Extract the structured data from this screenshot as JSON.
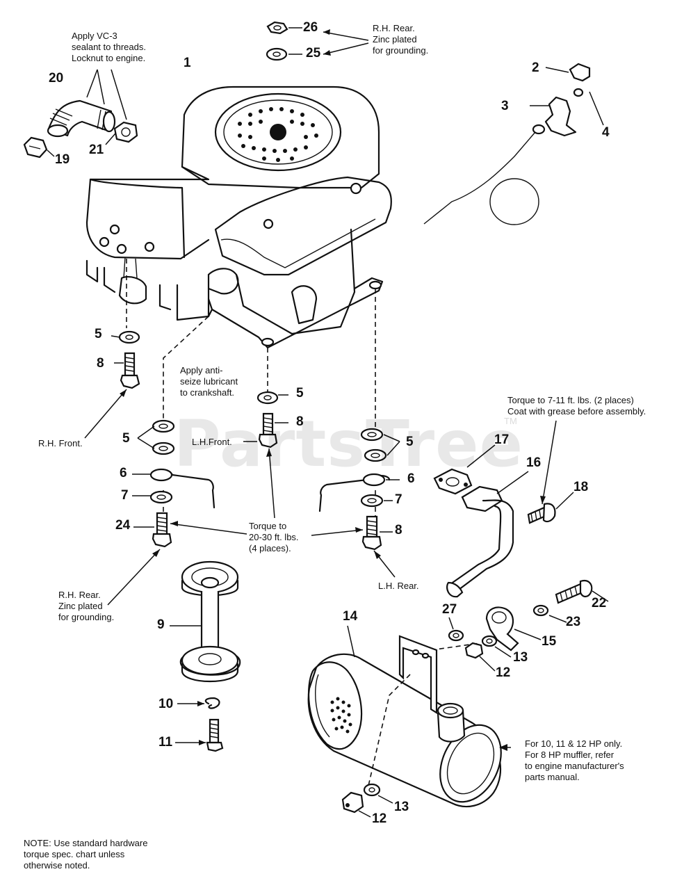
{
  "watermark": {
    "text": "PartsTree",
    "trademark": "TM"
  },
  "notes": {
    "sealant": "Apply VC-3\nsealant to threads.\nLocknut to engine.",
    "rh_rear_top": "R.H. Rear.\nZinc plated\nfor grounding.",
    "anti_seize": "Apply anti-\nseize lubricant\nto crankshaft.",
    "torque_muffler": "Torque to 7-11 ft. lbs. (2 places)\nCoat with grease before assembly.",
    "rh_front": "R.H. Front.",
    "lh_front": "L.H.Front.",
    "torque_mounts": "Torque to\n20-30 ft. lbs.\n(4 places).",
    "lh_rear": "L.H. Rear.",
    "rh_rear_bottom": "R.H. Rear.\nZinc plated\nfor grounding.",
    "muffler_hp": "For 10, 11 & 12 HP only.\nFor 8 HP muffler, refer\nto engine manufacturer's\nparts manual.",
    "hardware_note": "NOTE: Use standard hardware\ntorque spec. chart unless\notherwise noted."
  },
  "callouts": [
    {
      "id": "c1",
      "label": "1"
    },
    {
      "id": "c2",
      "label": "2"
    },
    {
      "id": "c3",
      "label": "3"
    },
    {
      "id": "c4",
      "label": "4"
    },
    {
      "id": "c5a",
      "label": "5"
    },
    {
      "id": "c5b",
      "label": "5"
    },
    {
      "id": "c5c",
      "label": "5"
    },
    {
      "id": "c5d",
      "label": "5"
    },
    {
      "id": "c6a",
      "label": "6"
    },
    {
      "id": "c6b",
      "label": "6"
    },
    {
      "id": "c7a",
      "label": "7"
    },
    {
      "id": "c7b",
      "label": "7"
    },
    {
      "id": "c8a",
      "label": "8"
    },
    {
      "id": "c8b",
      "label": "8"
    },
    {
      "id": "c8c",
      "label": "8"
    },
    {
      "id": "c9",
      "label": "9"
    },
    {
      "id": "c10",
      "label": "10"
    },
    {
      "id": "c11",
      "label": "11"
    },
    {
      "id": "c12a",
      "label": "12"
    },
    {
      "id": "c12b",
      "label": "12"
    },
    {
      "id": "c13a",
      "label": "13"
    },
    {
      "id": "c13b",
      "label": "13"
    },
    {
      "id": "c14",
      "label": "14"
    },
    {
      "id": "c15",
      "label": "15"
    },
    {
      "id": "c16",
      "label": "16"
    },
    {
      "id": "c17",
      "label": "17"
    },
    {
      "id": "c18",
      "label": "18"
    },
    {
      "id": "c19",
      "label": "19"
    },
    {
      "id": "c20",
      "label": "20"
    },
    {
      "id": "c21",
      "label": "21"
    },
    {
      "id": "c22",
      "label": "22"
    },
    {
      "id": "c23",
      "label": "23"
    },
    {
      "id": "c24",
      "label": "24"
    },
    {
      "id": "c25",
      "label": "25"
    },
    {
      "id": "c26",
      "label": "26"
    },
    {
      "id": "c27",
      "label": "27"
    }
  ]
}
